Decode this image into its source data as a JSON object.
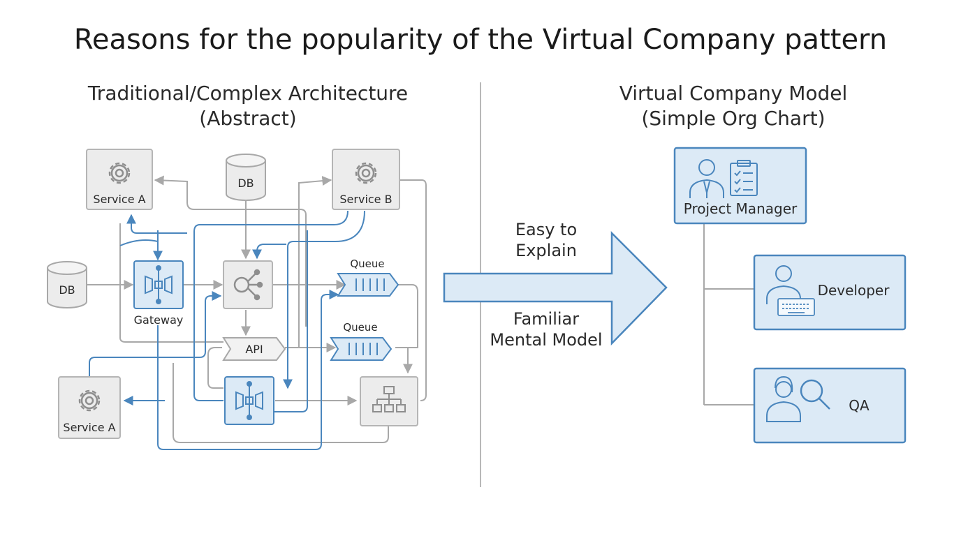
{
  "title": "Reasons for the popularity of the Virtual Company pattern",
  "left": {
    "heading_line1": "Traditional/Complex Architecture",
    "heading_line2": "(Abstract)",
    "nodes": {
      "service_a_top": "Service A",
      "service_b": "Service B",
      "db_top": "DB",
      "db_left": "DB",
      "gateway": "Gateway",
      "queue_top": "Queue",
      "queue_bottom": "Queue",
      "api": "API",
      "service_a_bottom": "Service A"
    }
  },
  "center": {
    "label_top_line1": "Easy to",
    "label_top_line2": "Explain",
    "label_bottom_line1": "Familiar",
    "label_bottom_line2": "Mental Model"
  },
  "right": {
    "heading_line1": "Virtual Company Model",
    "heading_line2": "(Simple Org Chart)",
    "roles": {
      "manager": "Project Manager",
      "developer": "Developer",
      "qa": "QA"
    }
  },
  "colors": {
    "accent_blue": "#4a86bd",
    "box_blue_fill": "#dceaf6",
    "box_gray_fill": "#ececec",
    "edge_gray": "#a8a8a8"
  }
}
